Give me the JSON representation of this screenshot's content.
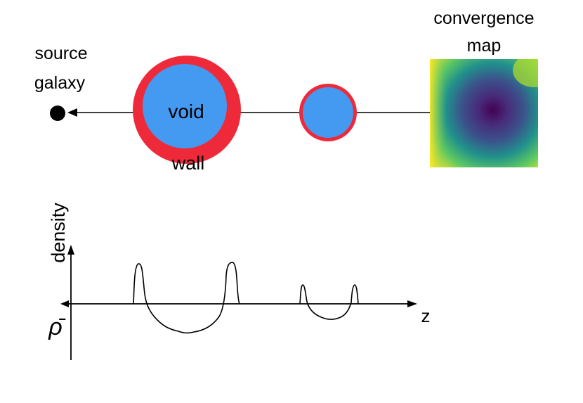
{
  "labels": {
    "source": "source",
    "galaxy": "galaxy",
    "void": "void",
    "wall": "wall",
    "convergence": "convergence",
    "map": "map",
    "density_axis": "density",
    "mean_density": "ρ̄",
    "z_axis": "z"
  },
  "colors": {
    "wall": "#ee2a3a",
    "void": "#4499f0",
    "line": "#000000",
    "viridis": [
      "#440154",
      "#3b528b",
      "#21918c",
      "#5ec962",
      "#fde725"
    ]
  }
}
